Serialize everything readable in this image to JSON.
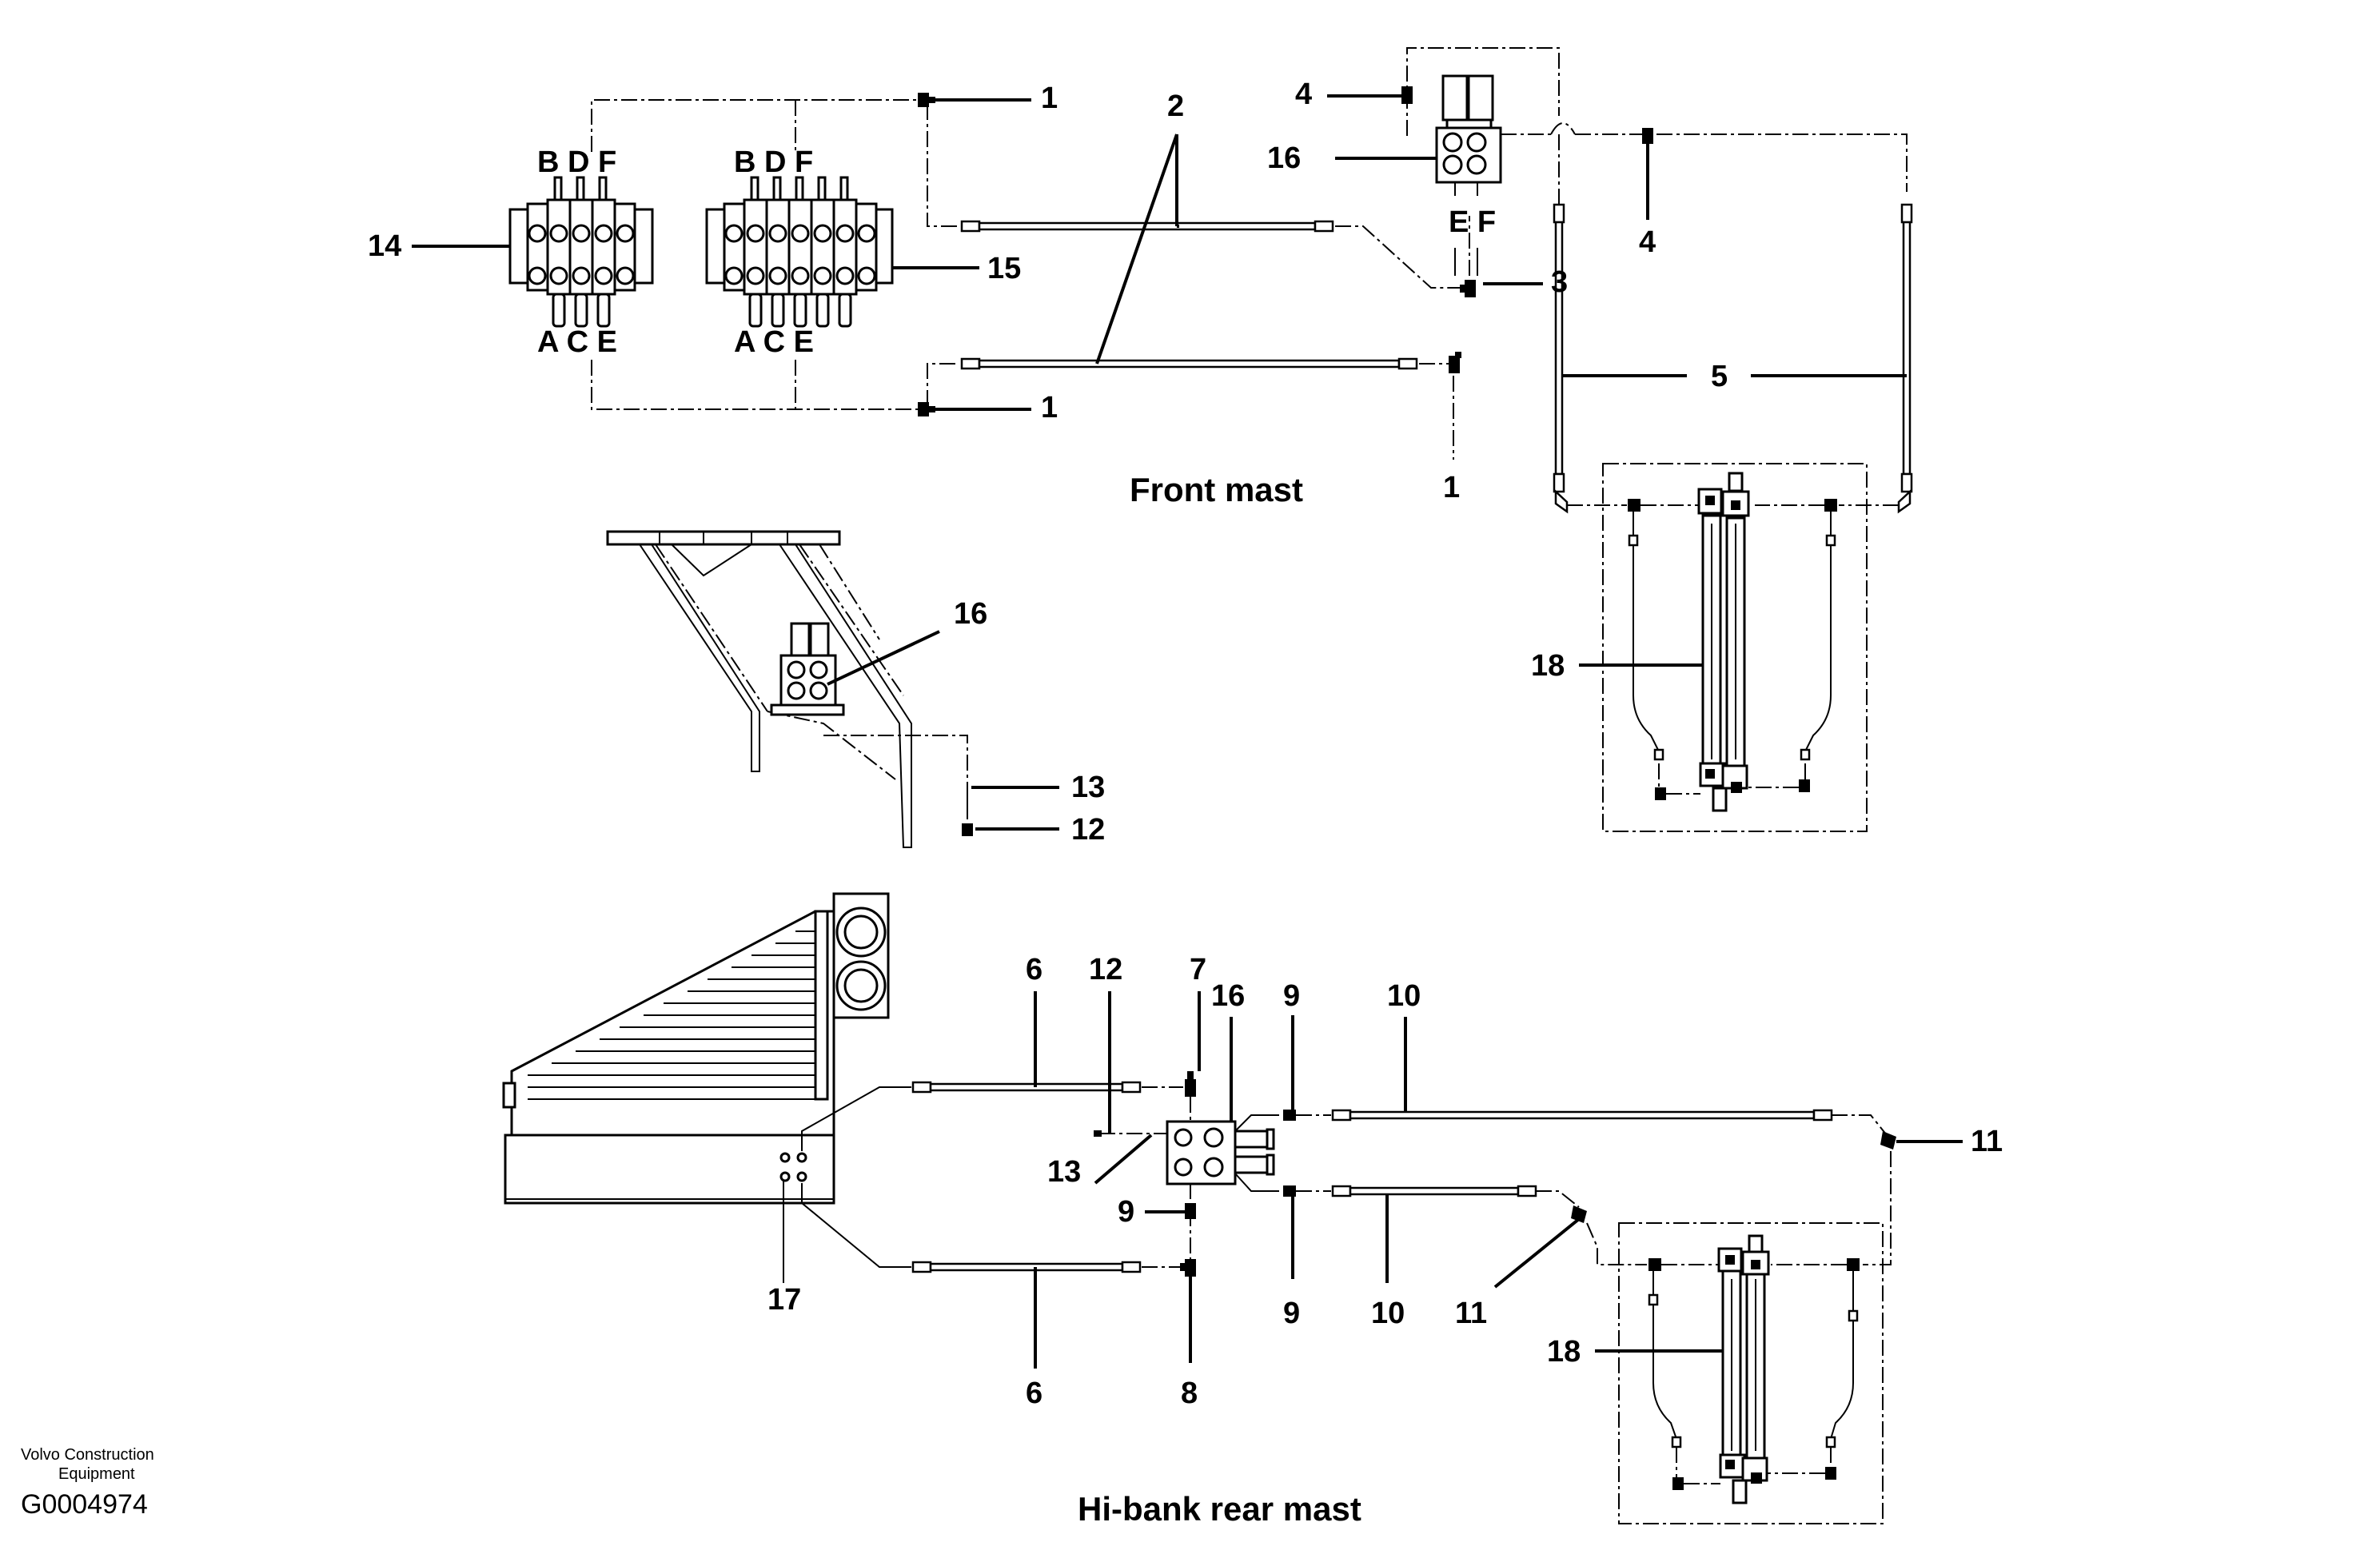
{
  "captions": {
    "front_mast": "Front mast",
    "rear_mast": "Hi-bank rear mast"
  },
  "valve_letters": {
    "top": "B D F",
    "bottom": "A C E",
    "block16_ports": "E F"
  },
  "callouts": {
    "c1a": "1",
    "c1b": "1",
    "c1c": "1",
    "c2": "2",
    "c3": "3",
    "c4a": "4",
    "c4b": "4",
    "c5": "5",
    "c14": "14",
    "c15": "15",
    "c16a": "16",
    "c16b": "16",
    "c16c": "16",
    "c18a": "18",
    "c18b": "18",
    "c13a": "13",
    "c12a": "12",
    "c6a": "6",
    "c6b": "6",
    "c12b": "12",
    "c7": "7",
    "c9a": "9",
    "c9b": "9",
    "c9c": "9",
    "c10a": "10",
    "c10b": "10",
    "c11a": "11",
    "c11b": "11",
    "c13b": "13",
    "c17": "17",
    "c8": "8"
  },
  "footer": {
    "brand_line1": "Volvo Construction",
    "brand_line2": "Equipment",
    "drawing_code": "G0004974"
  }
}
